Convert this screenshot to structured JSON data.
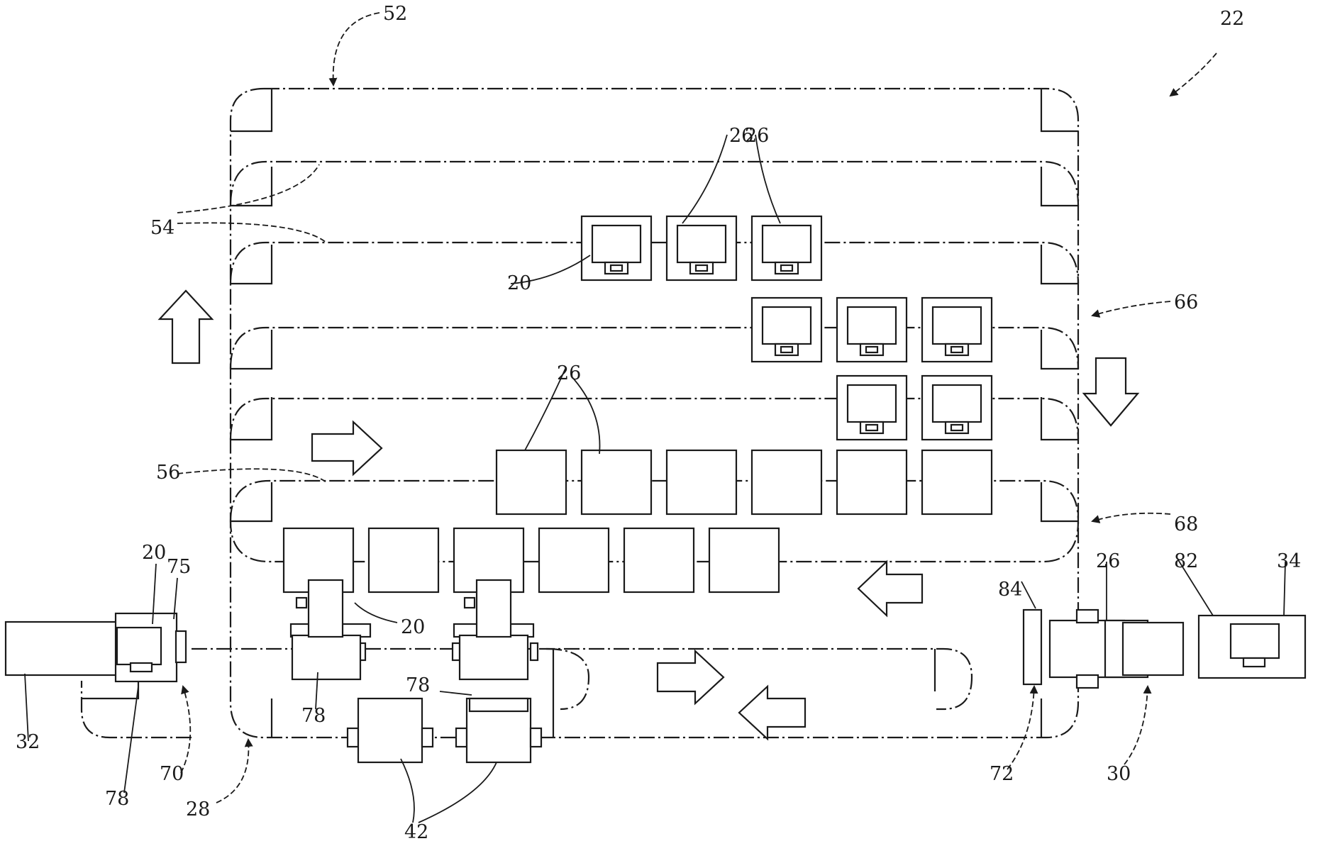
{
  "figure": {
    "ref_labels": {
      "system": "22",
      "outer_loop": "52",
      "lanes": "54",
      "lane_mid": "56",
      "exit_a": "66",
      "exit_b": "68",
      "transfer_in": "70",
      "transfer_out": "72",
      "pallet": "26",
      "workpiece": "20",
      "fixture": "78",
      "stage": "75",
      "tool_unit": "42",
      "load_station": "32",
      "unload_station": "34",
      "out_conveyor": "30",
      "out_belt": "82",
      "out_gate": "84",
      "return_loop": "28"
    }
  }
}
